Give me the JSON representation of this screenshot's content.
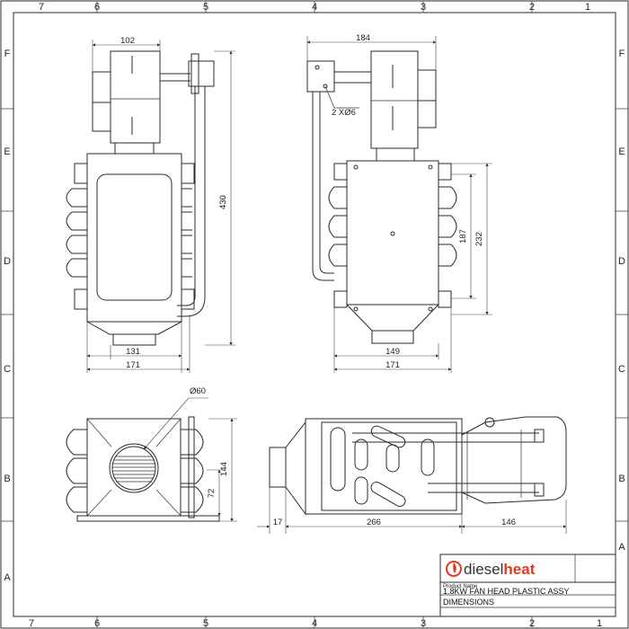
{
  "border": {
    "columns": [
      "7",
      "6",
      "5",
      "4",
      "3",
      "2",
      "1"
    ],
    "rows": [
      "F",
      "E",
      "D",
      "C",
      "B",
      "A"
    ]
  },
  "views": {
    "front": {
      "width_top": "102",
      "height": "430",
      "width_bottom_inner": "131",
      "width_bottom_outer": "171"
    },
    "side": {
      "width_top": "184",
      "hole_note": "2 XØ6",
      "height_outer": "232",
      "height_inner": "187",
      "width_bottom_inner": "149",
      "width_bottom_outer": "171"
    },
    "bottom": {
      "diameter": "Ø60",
      "height_outer": "144",
      "height_inner": "72"
    },
    "top": {
      "len_left": "17",
      "len_mid": "266",
      "len_right": "146"
    }
  },
  "title_block": {
    "brand_prefix": "diesel",
    "brand_suffix": "heat",
    "product_label": "Product Name",
    "product_name": "1.8KW FAN HEAD PLASTIC ASSY",
    "drawing_title": "DIMENSIONS",
    "brand_color": "#e03a1e"
  }
}
